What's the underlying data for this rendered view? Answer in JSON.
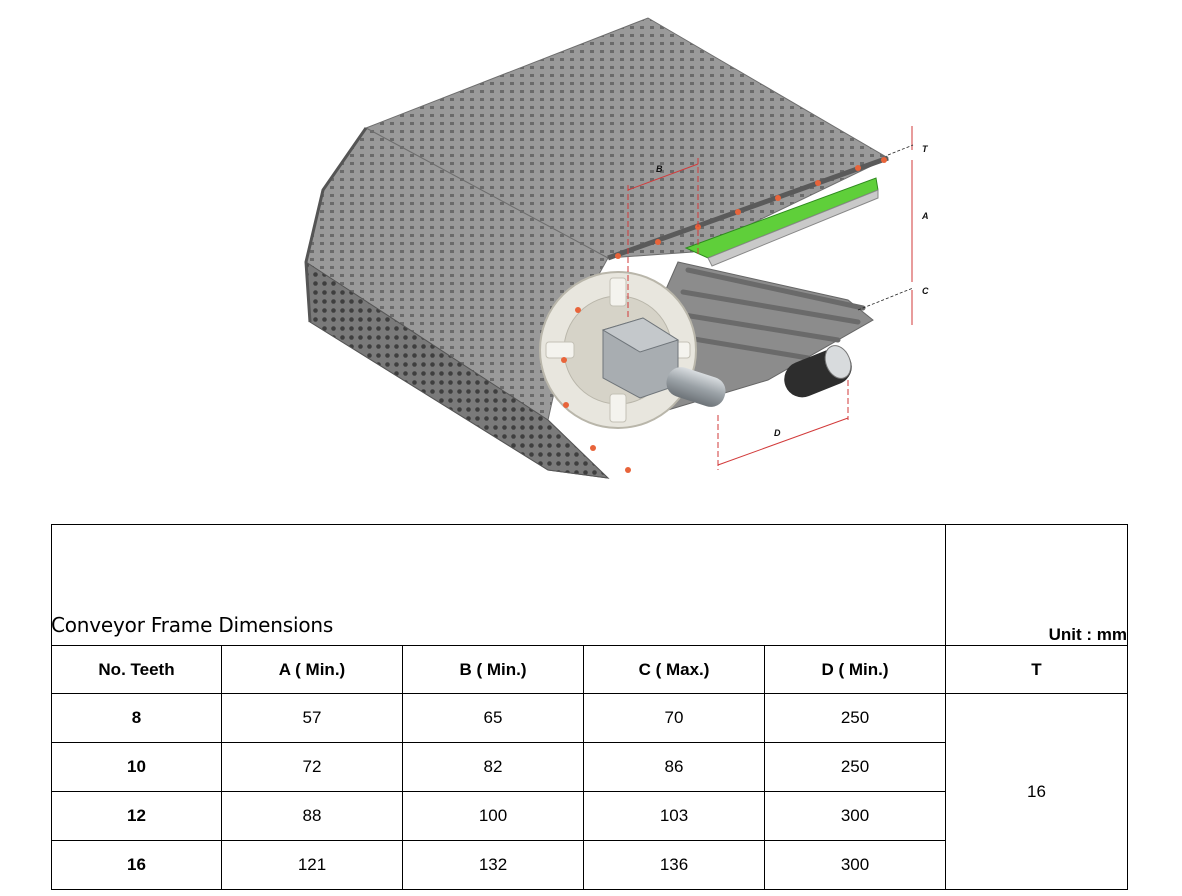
{
  "figure": {
    "dimension_labels": [
      "T",
      "A",
      "C",
      "B",
      "D"
    ]
  },
  "table": {
    "title": "Conveyor Frame Dimensions",
    "unit": "Unit : mm",
    "headers": [
      "No. Teeth",
      "A ( Min.)",
      "B ( Min.)",
      "C ( Max.)",
      "D ( Min.)",
      "T"
    ],
    "rows": [
      [
        "8",
        "57",
        "65",
        "70",
        "250"
      ],
      [
        "10",
        "72",
        "82",
        "86",
        "250"
      ],
      [
        "12",
        "88",
        "100",
        "103",
        "300"
      ],
      [
        "16",
        "121",
        "132",
        "136",
        "300"
      ]
    ],
    "t_value": "16"
  },
  "colors": {
    "belt": "#8f8f8f",
    "belt_dark": "#5c5c5c",
    "sprocket": "#e8e6de",
    "guide": "#5fcf3a",
    "dimension": "#d23a3a"
  }
}
